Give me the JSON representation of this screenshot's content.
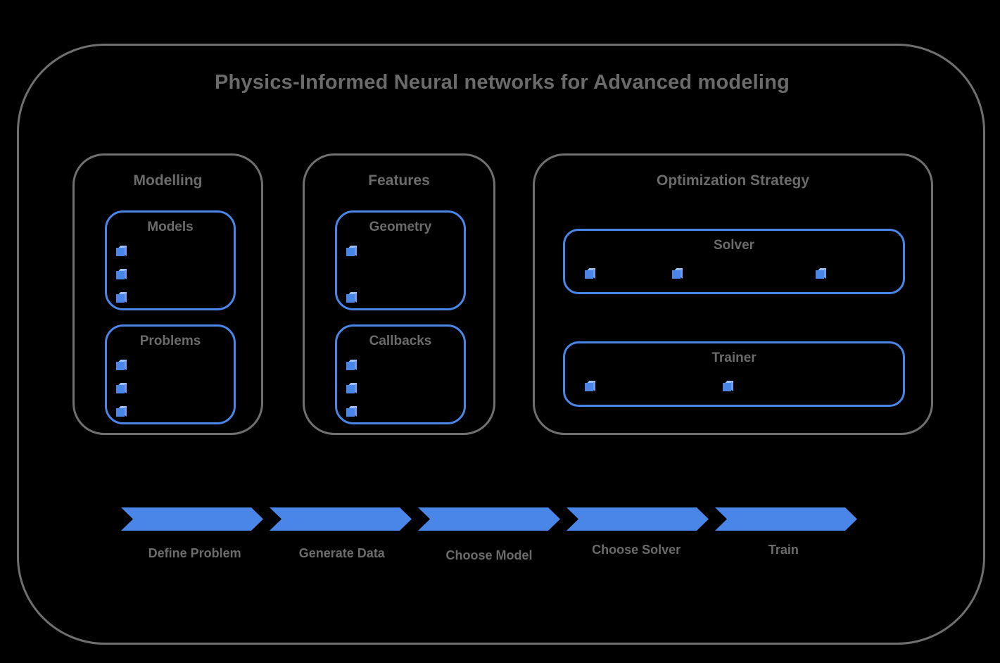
{
  "title": "Physics-Informed Neural networks for Advanced modeling",
  "colors": {
    "background": "#000000",
    "frame_gray": "#6f6f6f",
    "text_gray": "#6b6b6b",
    "accent_blue": "#4a86e8",
    "cube_top_blue": "#9cc0f7",
    "cube_side_blue": "#6d9bf0"
  },
  "sections": [
    {
      "label": "Modelling",
      "groups": [
        {
          "label": "Models",
          "item_count": 3,
          "item_icon": "cube-icon"
        },
        {
          "label": "Problems",
          "item_count": 3,
          "item_icon": "cube-icon"
        }
      ]
    },
    {
      "label": "Features",
      "groups": [
        {
          "label": "Geometry",
          "item_count": 2,
          "item_icon": "cube-icon"
        },
        {
          "label": "Callbacks",
          "item_count": 3,
          "item_icon": "cube-icon"
        }
      ]
    },
    {
      "label": "Optimization Strategy",
      "groups": [
        {
          "label": "Solver",
          "item_count": 3,
          "item_icon": "cube-icon"
        },
        {
          "label": "Trainer",
          "item_count": 2,
          "item_icon": "cube-icon"
        }
      ]
    }
  ],
  "workflow": {
    "steps": [
      "Define Problem",
      "Generate Data",
      "Choose Model",
      "Choose Solver",
      "Train"
    ]
  }
}
